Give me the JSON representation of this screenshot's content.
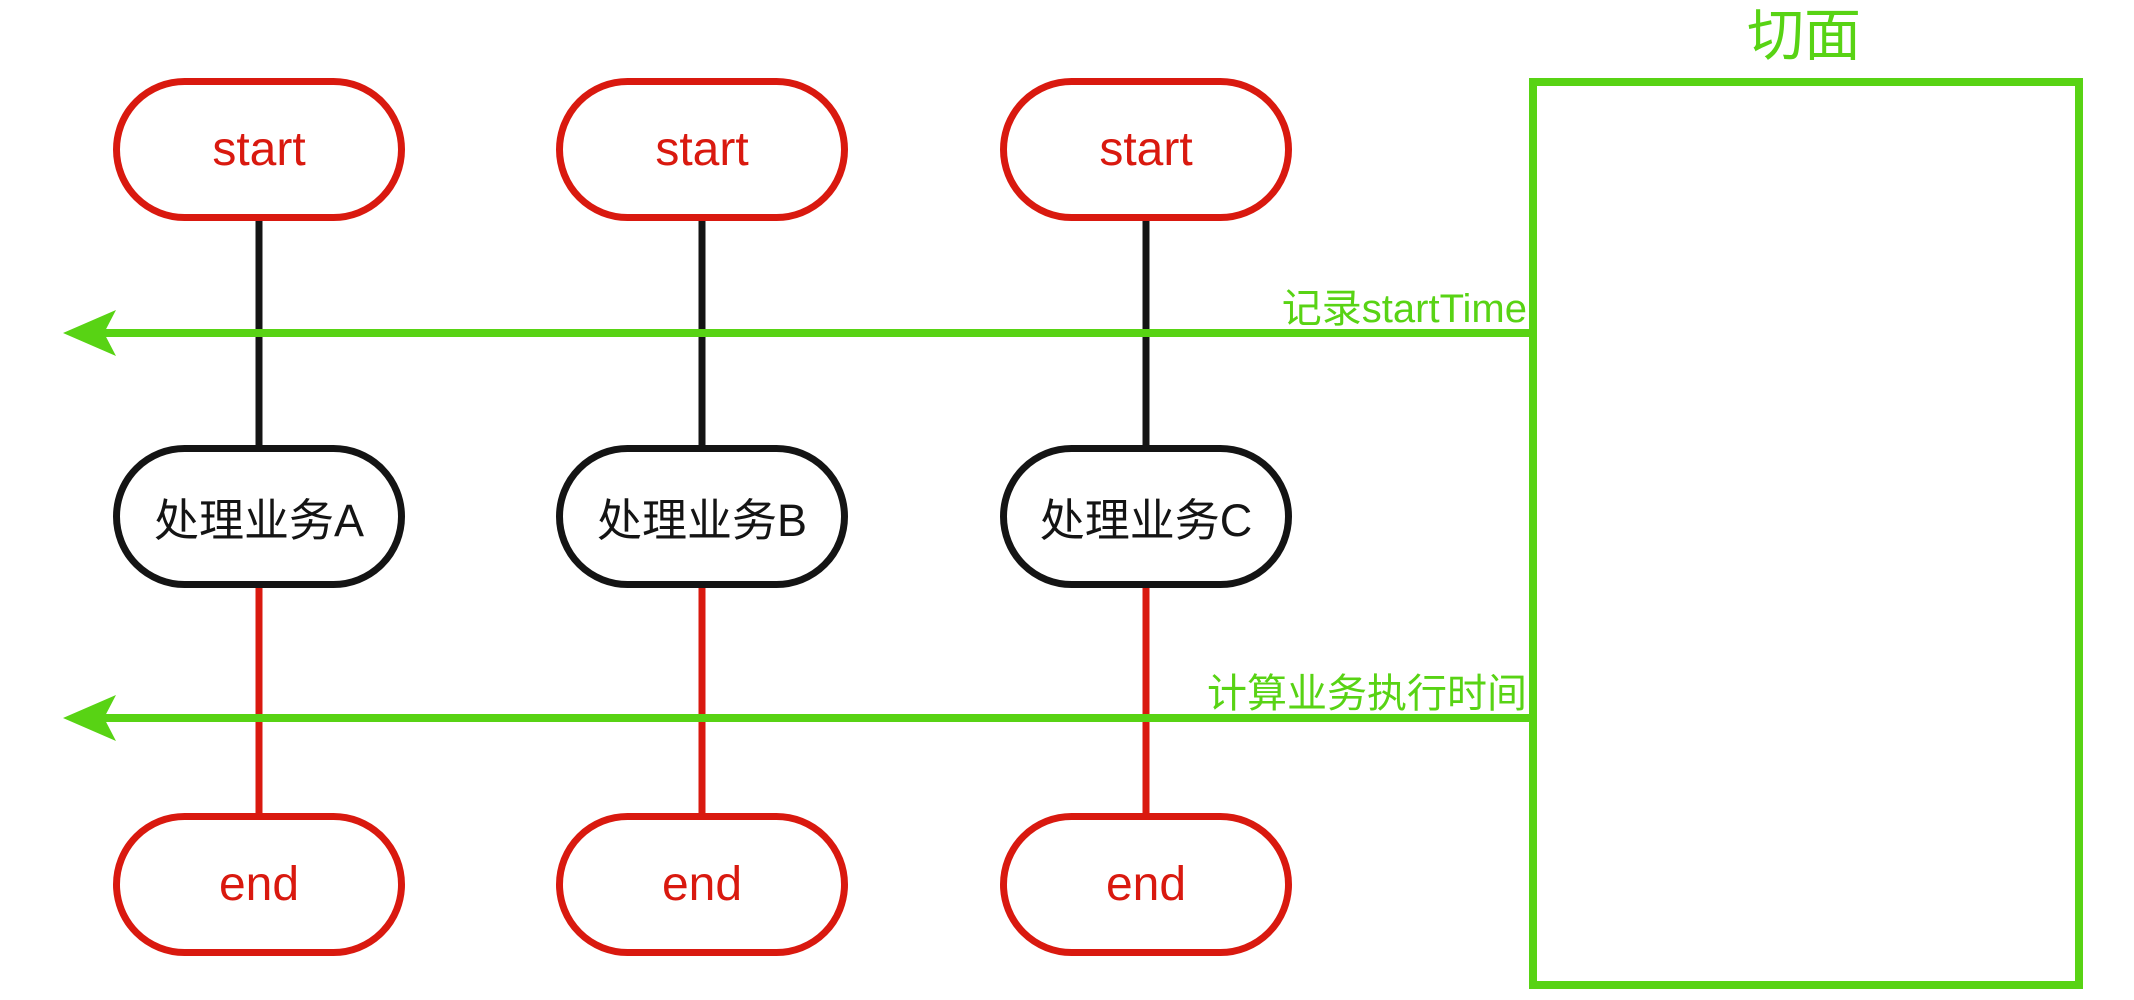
{
  "diagram": {
    "aspect_box": {
      "label": "切面"
    },
    "annotations": [
      {
        "label": "记录startTime"
      },
      {
        "label": "计算业务执行时间"
      }
    ],
    "lanes": [
      {
        "start": "start",
        "process": "处理业务A",
        "end": "end"
      },
      {
        "start": "start",
        "process": "处理业务B",
        "end": "end"
      },
      {
        "start": "start",
        "process": "处理业务C",
        "end": "end"
      }
    ],
    "colors": {
      "green": "#58d314",
      "red": "#d9190f",
      "black": "#141414",
      "bg": "#ffffff"
    }
  }
}
